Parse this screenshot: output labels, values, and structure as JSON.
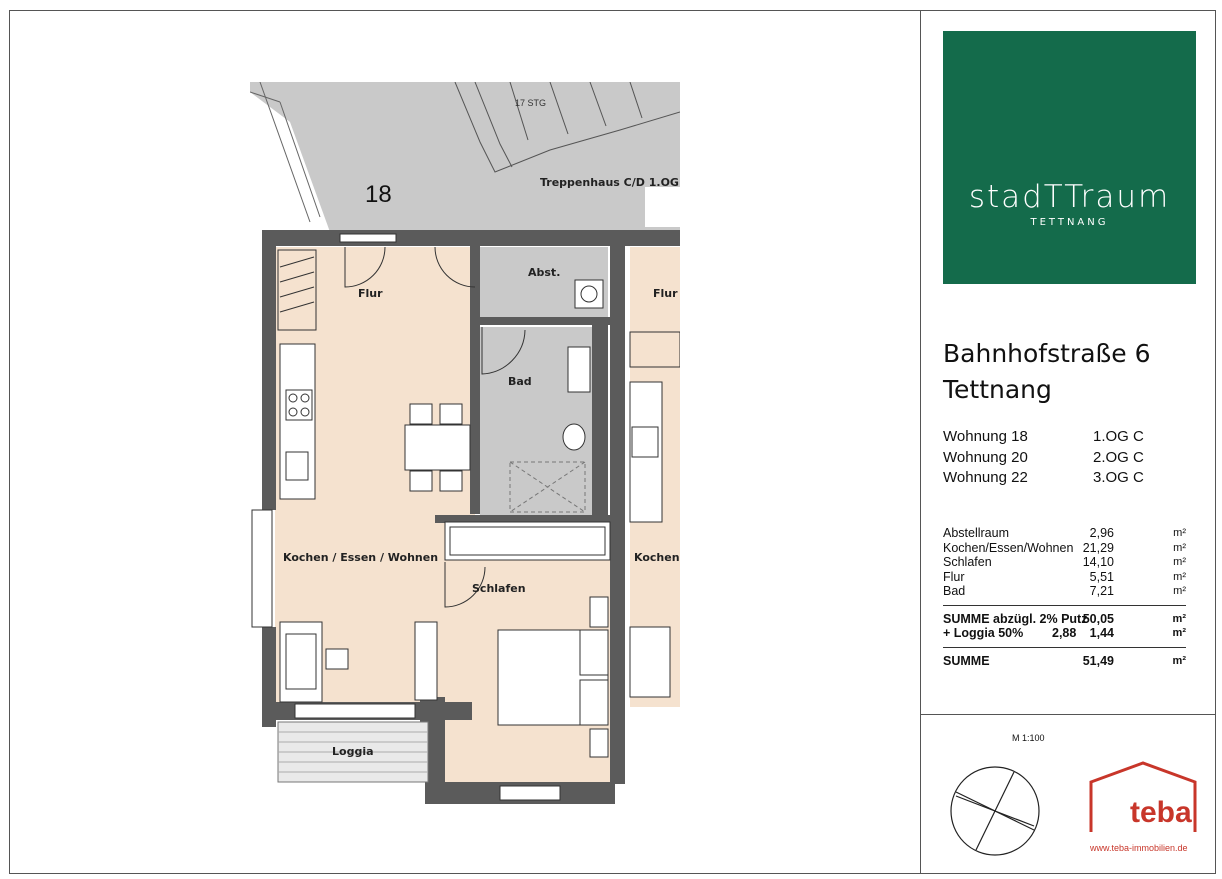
{
  "plan": {
    "unit_number": "18",
    "rooms": {
      "stairwell": "Treppenhaus C/D 1.OG",
      "flur": "Flur",
      "abst": "Abst.",
      "bad": "Bad",
      "kochen": "Kochen / Essen / Wohnen",
      "schlafen": "Schlafen",
      "loggia": "Loggia",
      "flur_neighbor": "Flur",
      "kochen_neighbor": "Kochen"
    },
    "stair_text": "17 STG"
  },
  "brand": {
    "name": "stadTTraum",
    "subtitle": "TETTNANG",
    "color": "#146b4b"
  },
  "address": {
    "line1": "Bahnhofstraße 6",
    "line2": "Tettnang"
  },
  "units": [
    {
      "name": "Wohnung 18",
      "floor": "1.OG C"
    },
    {
      "name": "Wohnung 20",
      "floor": "2.OG C"
    },
    {
      "name": "Wohnung 22",
      "floor": "3.OG C"
    }
  ],
  "areas": [
    {
      "name": "Abstellraum",
      "value": "2,96",
      "unit": "m²"
    },
    {
      "name": "Kochen/Essen/Wohnen",
      "value": "21,29",
      "unit": "m²"
    },
    {
      "name": "Schlafen",
      "value": "14,10",
      "unit": "m²"
    },
    {
      "name": "Flur",
      "value": "5,51",
      "unit": "m²"
    },
    {
      "name": "Bad",
      "value": "7,21",
      "unit": "m²"
    }
  ],
  "sum_putz": {
    "name": "SUMME abzügl. 2% Putz",
    "value": "50,05",
    "unit": "m²"
  },
  "loggia": {
    "name": "+ Loggia 50%",
    "mid": "2,88",
    "value": "1,44",
    "unit": "m²"
  },
  "total": {
    "name": "SUMME",
    "value": "51,49",
    "unit": "m²"
  },
  "scale": "M 1:100",
  "teba": {
    "name": "teba",
    "url": "www.teba-immobilien.de",
    "color": "#c8362a"
  }
}
